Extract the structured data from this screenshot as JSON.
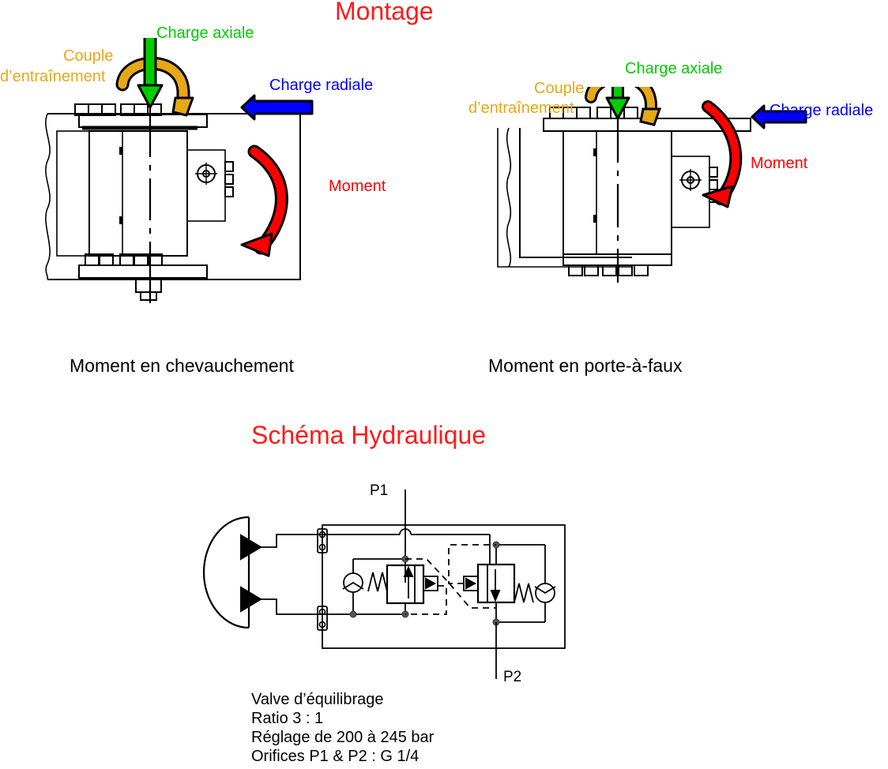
{
  "page": {
    "titles": {
      "montage": "Montage",
      "schema": "Schéma Hydraulique"
    },
    "captions": {
      "left": "Moment en chevauchement",
      "right": "Moment en porte-à-faux"
    }
  },
  "colors": {
    "title_red": "#ff1a1a",
    "axial_green": "#00cc00",
    "radial_blue": "#0000ff",
    "moment_red": "#ff0000",
    "torque_gold": "#e6a817",
    "line_black": "#000000"
  },
  "diagram_left": {
    "name": "Moment en chevauchement",
    "labels": {
      "axial": "Charge axiale",
      "torque_line1": "Couple",
      "torque_line2": "d’entraînement",
      "radial": "Charge radiale",
      "moment": "Moment"
    }
  },
  "diagram_right": {
    "name": "Moment en porte-à-faux",
    "labels": {
      "axial": "Charge axiale",
      "torque_line1": "Couple",
      "torque_line2": "d’entraînement",
      "radial": "Charge radiale",
      "moment": "Moment"
    }
  },
  "hydraulic": {
    "ports": {
      "p1": "P1",
      "p2": "P2"
    },
    "specs": [
      "Valve d’équilibrage",
      "Ratio 3 : 1",
      "Réglage de 200 à 245 bar",
      "Orifices P1 & P2 : G 1/4"
    ]
  }
}
